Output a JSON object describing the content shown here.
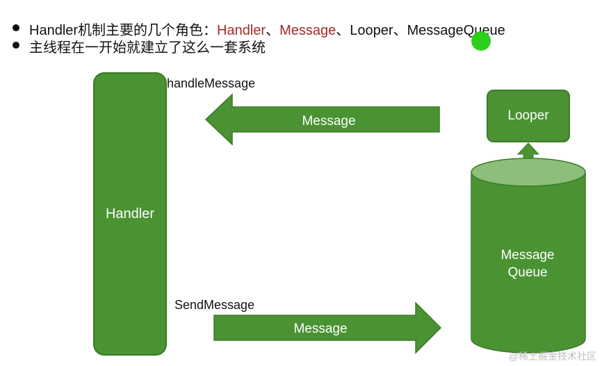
{
  "header": {
    "line1_prefix": "Handler机制主要的几个角色：",
    "line1_handler": "Handler",
    "line1_sep1": "、",
    "line1_message": "Message",
    "line1_rest": "、Looper、MessageQueue",
    "line2": "主线程在一开始就建立了这么一套系统"
  },
  "diagram": {
    "handler_label": "Handler",
    "looper_label": "Looper",
    "queue_label_line1": "Message",
    "queue_label_line2": "Queue",
    "top_arrow_label": "Message",
    "bottom_arrow_label": "Message",
    "handle_message_label": "handleMessage",
    "send_message_label": "SendMessage"
  },
  "watermark": "@稀土掘金技术社区",
  "colors": {
    "accent_green": "#4a9232",
    "highlight_red": "#a32a28",
    "pointer_green": "#2ccf1a"
  }
}
